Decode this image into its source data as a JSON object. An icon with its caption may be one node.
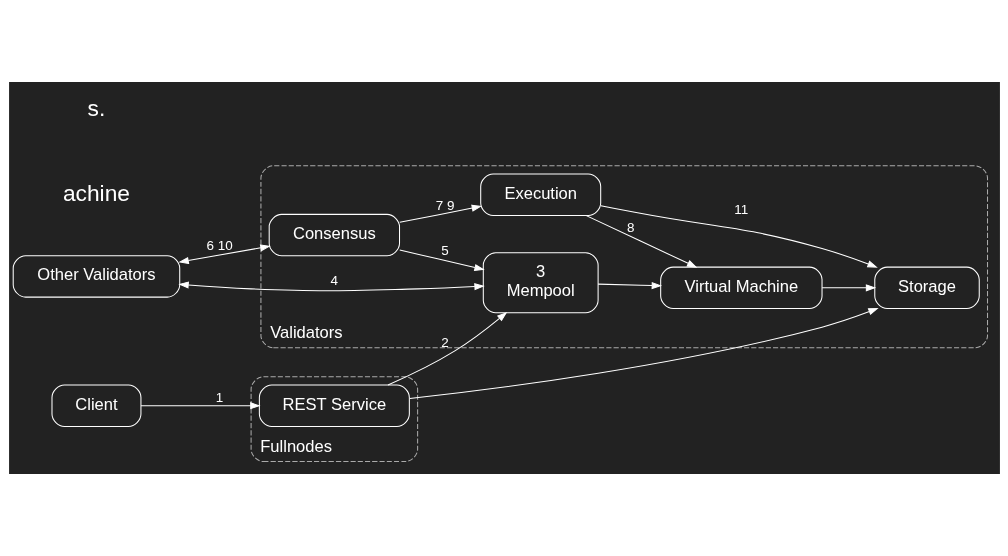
{
  "diagram": {
    "nodes": [
      {
        "text": [
          "Other Validators"
        ]
      },
      {
        "text": [
          "Client"
        ]
      },
      {
        "text": [
          "Fullnodes"
        ]
      },
      {
        "text": [
          "REST Service"
        ],
        "in": 2
      },
      {
        "text": [
          "Validators"
        ]
      },
      {
        "text": [
          "3",
          "Mempool"
        ],
        "in": 4
      },
      {
        "text": [
          "Consensus"
        ],
        "in": 4
      },
      {
        "text": [
          "Virtual Machine"
        ],
        "in": 4
      },
      {
        "text": [
          "Execution"
        ],
        "in": 4
      },
      {
        "text": [
          "Storage"
        ],
        "in": 4
      }
    ],
    "edges": [
      {
        "from": 1,
        "to": 3,
        "arrow": "to",
        "label": "1"
      },
      {
        "from": 3,
        "to": 5,
        "arrow": "to",
        "label": "2"
      },
      {
        "from": 0,
        "to": 5,
        "arrow": "both",
        "label": "4"
      },
      {
        "from": 6,
        "to": 5,
        "arrow": "to",
        "label": "5"
      },
      {
        "from": 0,
        "to": 6,
        "arrow": "both",
        "label": "6 10"
      },
      {
        "from": 5,
        "to": 7,
        "arrow": "to"
      },
      {
        "from": 6,
        "to": 8,
        "arrow": "to",
        "label": "7 9"
      },
      {
        "from": 8,
        "to": 7,
        "arrow": "to",
        "label": "8"
      },
      {
        "from": 8,
        "to": 9,
        "arrow": "to",
        "label": "11"
      },
      {
        "from": 3,
        "to": 9,
        "arrow": "to"
      },
      {
        "from": 7,
        "to": 9,
        "arrow": "to"
      }
    ],
    "labels": [
      "achine",
      "s."
    ]
  }
}
